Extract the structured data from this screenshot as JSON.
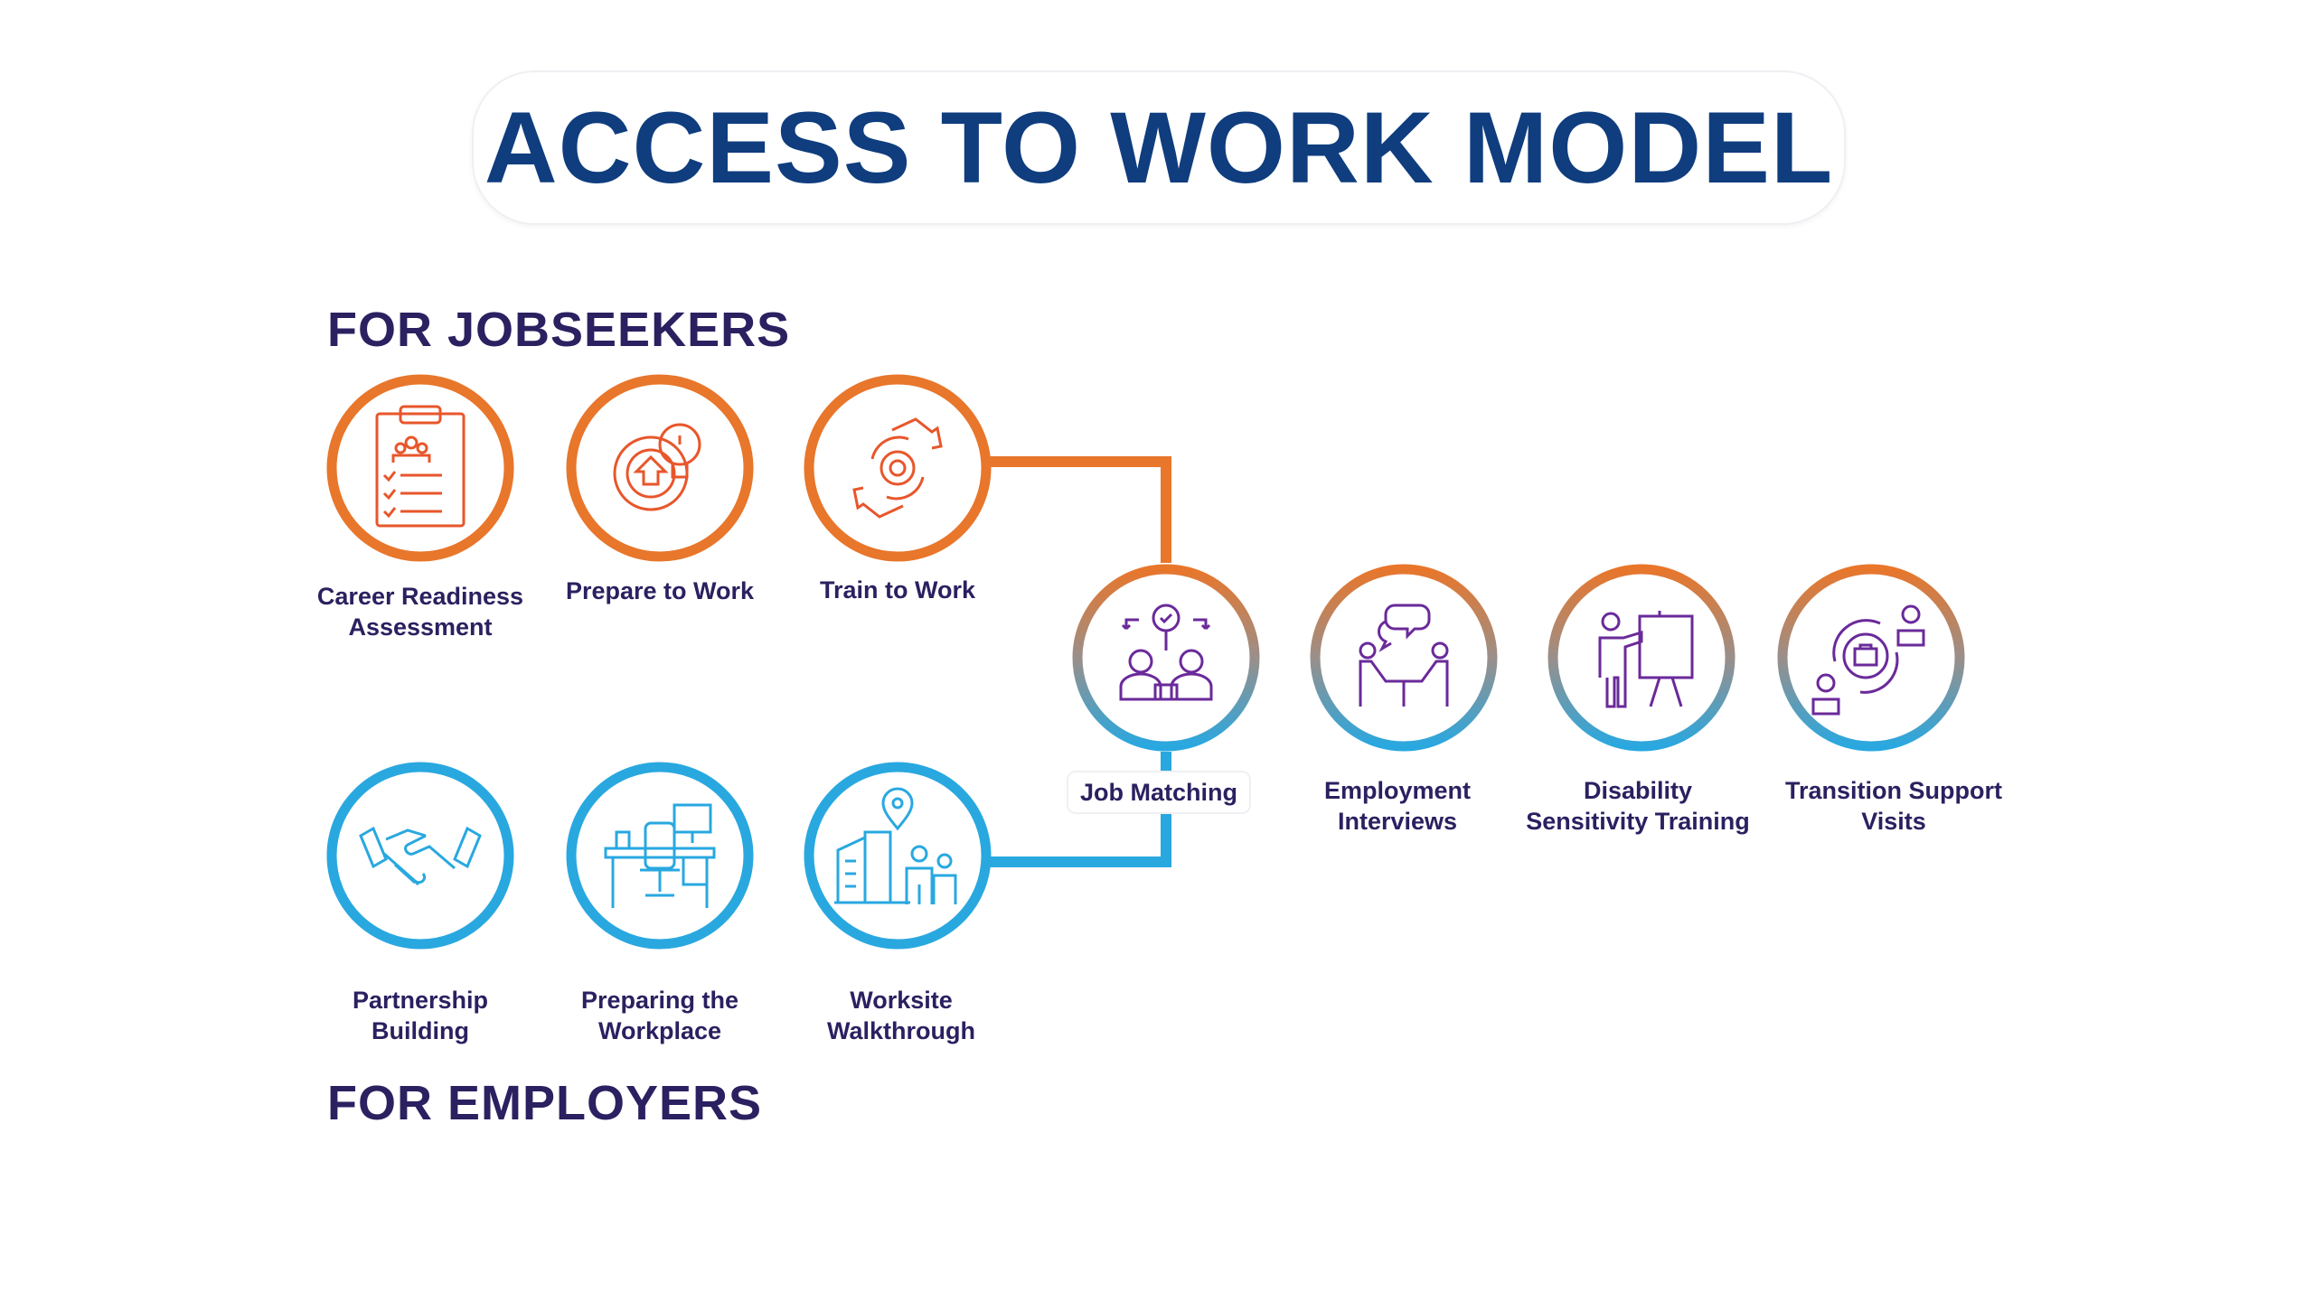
{
  "title": "ACCESS TO WORK MODEL",
  "sections": {
    "jobseekers": "FOR JOBSEEKERS",
    "employers": "FOR EMPLOYERS"
  },
  "colors": {
    "orange": "#e8762b",
    "blue": "#29a8e0",
    "purple": "#6a2a9a",
    "navy": "#2b2060",
    "title": "#0f3d7e"
  },
  "jobseekers": [
    {
      "line1": "Career Readiness",
      "line2": "Assessment",
      "icon": "clipboard-checklist-icon"
    },
    {
      "line1": "Prepare to Work",
      "line2": "",
      "icon": "gear-lightbulb-icon"
    },
    {
      "line1": "Train to Work",
      "line2": "",
      "icon": "hands-gear-icon"
    }
  ],
  "employers": [
    {
      "line1": "Partnership",
      "line2": "Building",
      "icon": "handshake-icon"
    },
    {
      "line1": "Preparing the",
      "line2": "Workplace",
      "icon": "desk-chair-icon"
    },
    {
      "line1": "Worksite",
      "line2": "Walkthrough",
      "icon": "building-people-icon"
    }
  ],
  "shared": [
    {
      "line1": "Job Matching",
      "line2": "",
      "icon": "magnifier-people-icon"
    },
    {
      "line1": "Employment",
      "line2": "Interviews",
      "icon": "interview-icon"
    },
    {
      "line1": "Disability",
      "line2": "Sensitivity Training",
      "icon": "presenter-board-icon"
    },
    {
      "line1": "Transition Support",
      "line2": "Visits",
      "icon": "people-cycle-icon"
    }
  ]
}
